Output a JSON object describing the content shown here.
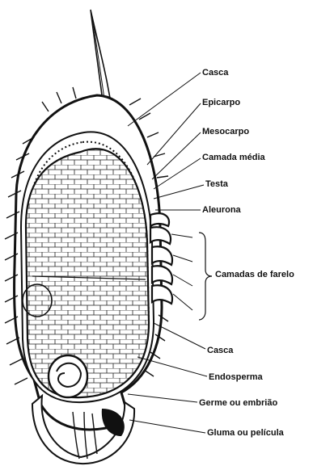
{
  "labels": {
    "casca_top": "Casca",
    "epicarpo": "Epicarpo",
    "mesocarpo": "Mesocarpo",
    "camada_media": "Camada média",
    "testa": "Testa",
    "aleurona": "Aleurona",
    "camadas_farelo": "Camadas de farelo",
    "casca_bottom": "Casca",
    "endosperma": "Endosperma",
    "germe": "Germe ou embrião",
    "gluma": "Gluma ou película"
  },
  "colors": {
    "ink": "#111111",
    "background": "#ffffff"
  }
}
